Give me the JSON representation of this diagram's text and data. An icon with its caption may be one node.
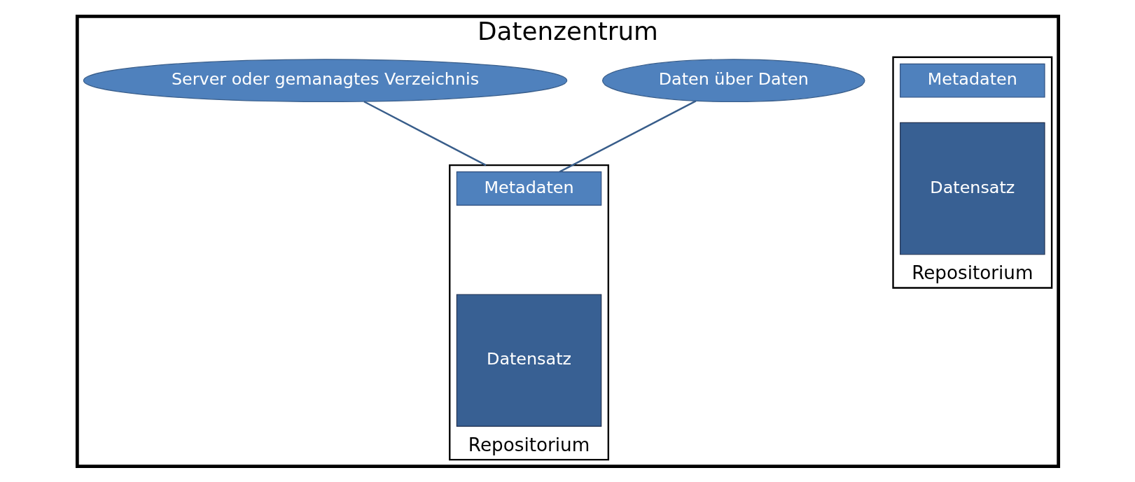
{
  "diagram": {
    "nodes": [
      {
        "text": [
          "Datenzentrum"
        ]
      },
      {
        "text": [
          "Repositorium"
        ],
        "in": 0
      },
      {
        "text": [
          "Metadaten"
        ],
        "in": 1
      },
      {
        "text": [
          "Datensatz"
        ],
        "in": 1
      },
      {
        "text": [
          "Repositorium"
        ],
        "in": 0
      },
      {
        "text": [
          "Metadaten"
        ],
        "in": 4
      },
      {
        "text": [
          "Datensatz"
        ],
        "in": 4
      },
      {
        "text": [
          "Daten über Daten"
        ],
        "in": 0
      },
      {
        "text": [
          "Server oder gemanagtes Verzeichnis"
        ],
        "in": 0
      }
    ],
    "edges": [
      {
        "from": 7,
        "to": 5,
        "arrow": "none"
      },
      {
        "from": 8,
        "to": 4,
        "arrow": "none"
      }
    ]
  }
}
